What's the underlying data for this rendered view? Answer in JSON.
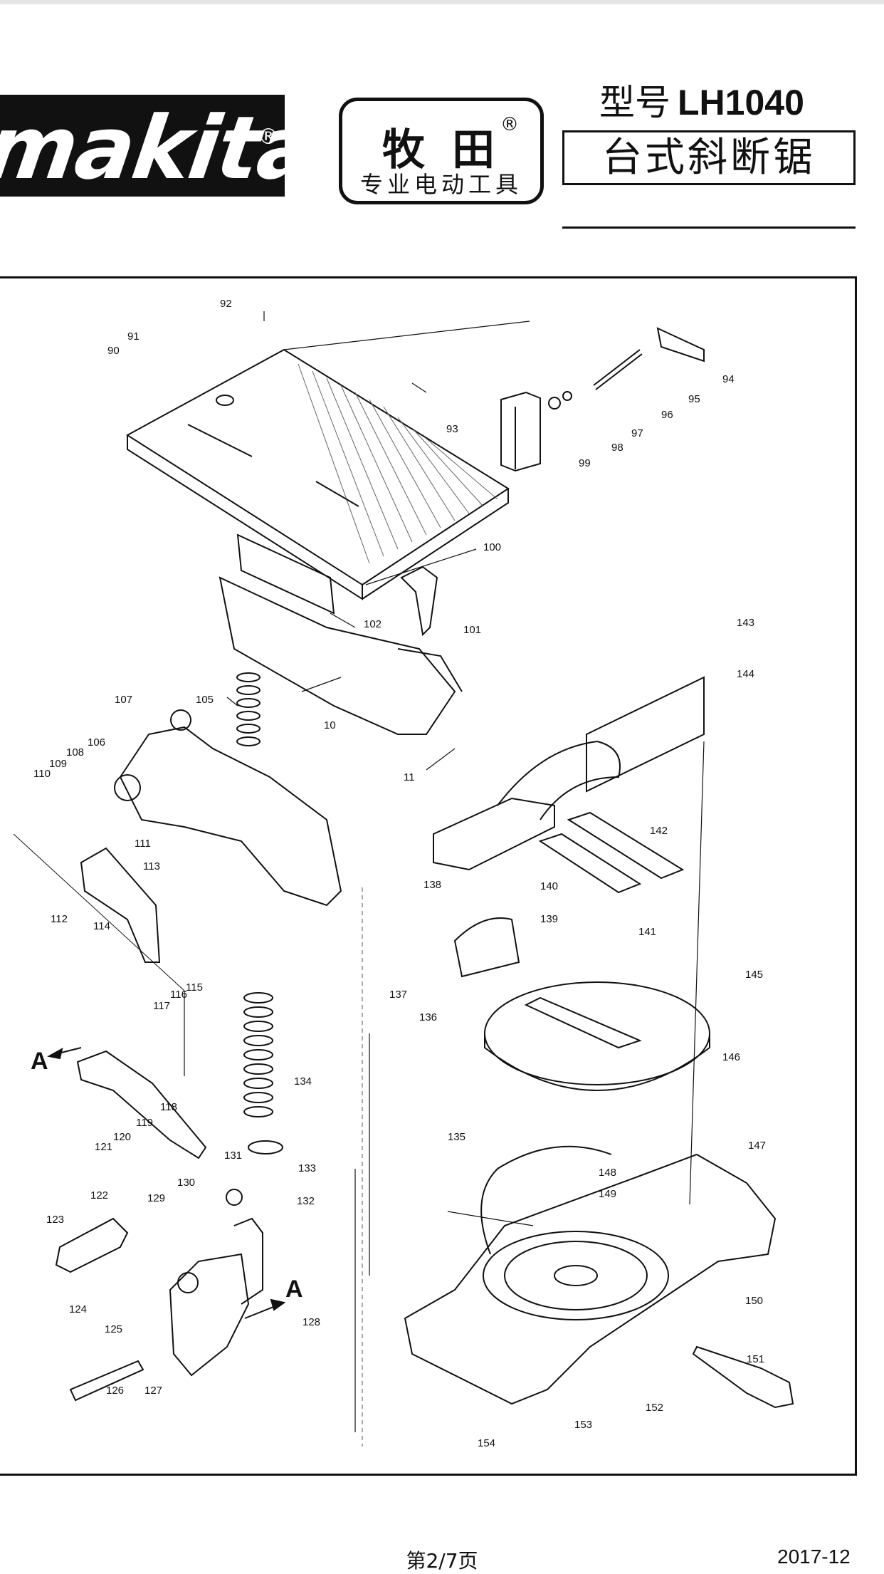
{
  "header": {
    "logo_text": "makita",
    "logo_registered": "®",
    "brand_name": "牧田",
    "brand_registered": "®",
    "brand_subtitle": "专业电动工具",
    "model_label": "型号",
    "model_code": "LH1040",
    "product_name": "台式斜断锯"
  },
  "diagram": {
    "parts": [
      "92",
      "91",
      "90",
      "93",
      "94",
      "95",
      "96",
      "97",
      "98",
      "99",
      "100",
      "101",
      "102",
      "10",
      "11",
      "105",
      "107",
      "106",
      "108",
      "109",
      "110",
      "111",
      "113",
      "112",
      "114",
      "117",
      "116",
      "115",
      "118",
      "119",
      "120",
      "121",
      "134",
      "133",
      "131",
      "132",
      "130",
      "129",
      "122",
      "123",
      "124",
      "125",
      "126",
      "127",
      "128",
      "143",
      "144",
      "142",
      "141",
      "140",
      "139",
      "138",
      "137",
      "136",
      "145",
      "146",
      "135",
      "148",
      "149",
      "147",
      "150",
      "151",
      "152",
      "153",
      "154"
    ],
    "arrow_labels": [
      "A",
      "A"
    ]
  },
  "footer": {
    "page": "第2/7页",
    "date": "2017-12"
  }
}
